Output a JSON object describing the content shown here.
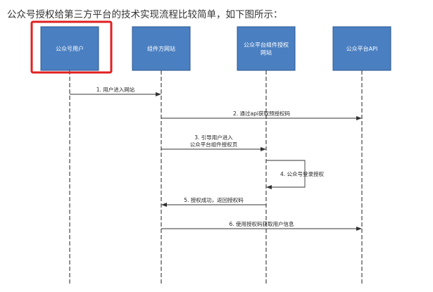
{
  "intro_text": "公众号授权给第三方平台的技术实现流程比较简单，如下图所示：",
  "participants": [
    {
      "id": "user",
      "lines": [
        "公众号用户"
      ]
    },
    {
      "id": "site",
      "lines": [
        "组件方网站"
      ]
    },
    {
      "id": "auth",
      "lines": [
        "公众平台组件授权",
        "网站"
      ]
    },
    {
      "id": "api",
      "lines": [
        "公众平台API"
      ]
    }
  ],
  "highlighted_participant": "user",
  "messages": [
    {
      "from": "user",
      "to": "site",
      "lines": [
        "1. 用户进入网站"
      ]
    },
    {
      "from": "site",
      "to": "api",
      "lines": [
        "2. 通过api获取预授权码"
      ]
    },
    {
      "from": "site",
      "to": "auth",
      "lines": [
        "3. 引导用户进入",
        "公众平台组件授权页"
      ]
    },
    {
      "from": "auth",
      "to": "auth",
      "lines": [
        "4. 公众号登录授权"
      ]
    },
    {
      "from": "auth",
      "to": "site",
      "lines": [
        "5. 授权成功，返回授权码"
      ]
    },
    {
      "from": "site",
      "to": "api",
      "lines": [
        "6. 使用授权码获取用户信息"
      ]
    }
  ],
  "colors": {
    "box_fill": "#4a7fc1",
    "highlight": "#e02020"
  }
}
